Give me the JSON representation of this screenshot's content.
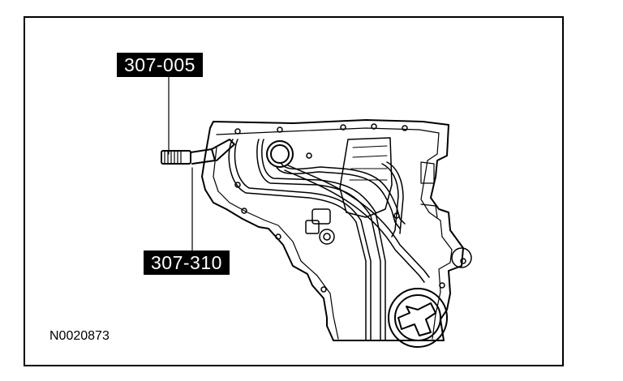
{
  "callouts": {
    "tool_a": "307-005",
    "tool_b": "307-310"
  },
  "figure_id": "N0020873",
  "colors": {
    "ink": "#000000",
    "paper": "#ffffff"
  }
}
